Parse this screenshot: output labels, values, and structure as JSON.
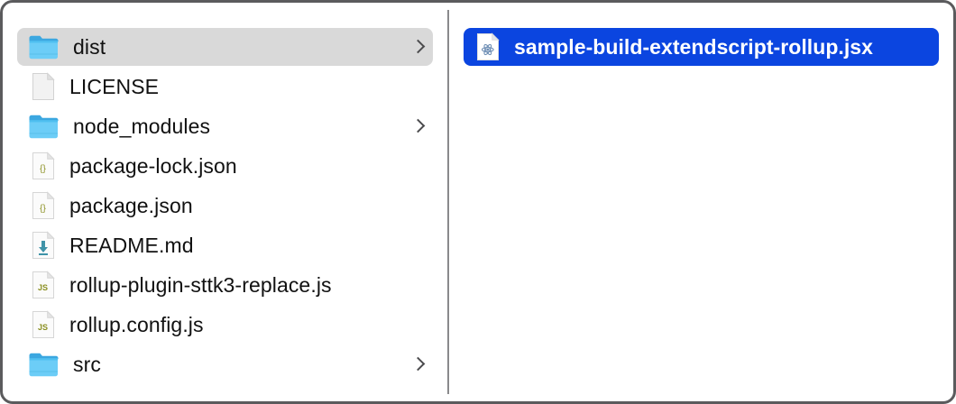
{
  "window": {
    "border_color": "#5b5b5d",
    "background": "#ffffff"
  },
  "colors": {
    "selection_blue": "#0b45e0",
    "selection_gray": "#d9d9d9",
    "folder_blue": "#5ac8f5",
    "json_glyph": "#8a8f20",
    "js_glyph": "#8a8f20",
    "md_arrow": "#3f93a8",
    "divider": "#8a8a8c",
    "text": "#111111",
    "text_selected": "#ffffff"
  },
  "columns": {
    "left": {
      "name": "file-browser-column-1",
      "items": [
        {
          "label": "dist",
          "icon": "folder-icon",
          "has_chevron": true,
          "selected": "gray"
        },
        {
          "label": "LICENSE",
          "icon": "document-icon",
          "has_chevron": false,
          "selected": "none"
        },
        {
          "label": "node_modules",
          "icon": "folder-icon",
          "has_chevron": true,
          "selected": "none"
        },
        {
          "label": "package-lock.json",
          "icon": "json-file-icon",
          "has_chevron": false,
          "selected": "none"
        },
        {
          "label": "package.json",
          "icon": "json-file-icon",
          "has_chevron": false,
          "selected": "none"
        },
        {
          "label": "README.md",
          "icon": "markdown-file-icon",
          "has_chevron": false,
          "selected": "none"
        },
        {
          "label": "rollup-plugin-sttk3-replace.js",
          "icon": "js-file-icon",
          "has_chevron": false,
          "selected": "none"
        },
        {
          "label": "rollup.config.js",
          "icon": "js-file-icon",
          "has_chevron": false,
          "selected": "none"
        },
        {
          "label": "src",
          "icon": "folder-icon",
          "has_chevron": true,
          "selected": "none"
        }
      ]
    },
    "right": {
      "name": "file-browser-column-2",
      "items": [
        {
          "label": "sample-build-extendscript-rollup.jsx",
          "icon": "jsx-file-icon",
          "has_chevron": false,
          "selected": "blue"
        }
      ]
    }
  }
}
